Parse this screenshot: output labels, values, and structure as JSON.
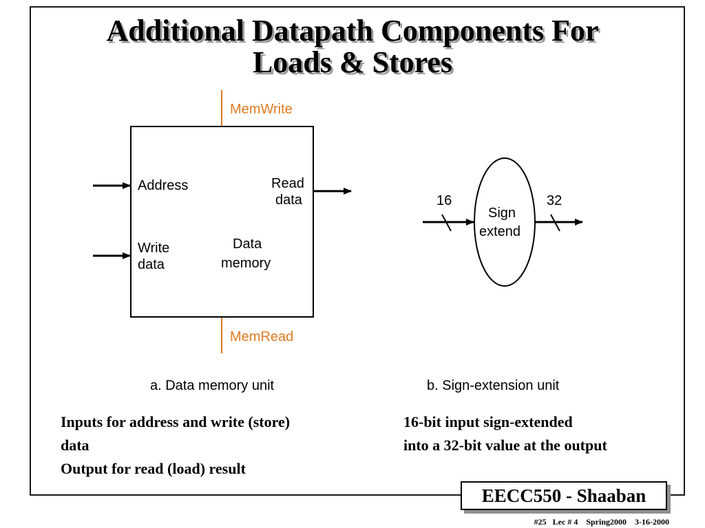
{
  "slide": {
    "title_line1": "Additional Datapath Components For",
    "title_line2": "Loads & Stores"
  },
  "data_memory": {
    "mem_write": "MemWrite",
    "mem_read": "MemRead",
    "address": "Address",
    "write_line1": "Write",
    "write_line2": "data",
    "read_line1": "Read",
    "read_line2": "data",
    "unit_line1": "Data",
    "unit_line2": "memory",
    "caption": "a. Data memory unit"
  },
  "sign_extend": {
    "in_width": "16",
    "out_width": "32",
    "label_line1": "Sign",
    "label_line2": "extend",
    "caption": "b. Sign-extension unit"
  },
  "notes": {
    "left_line1": "Inputs for address and write (store)",
    "left_line2": "data",
    "left_line3": "Output for read (load) result",
    "right_line1": "16-bit input sign-extended",
    "right_line2": "into a 32-bit value at the output"
  },
  "badge": "EECC550 - Shaaban",
  "footer": "#25   Lec # 4    Spring2000    3-16-2000",
  "colors": {
    "control_signal": "#e07b20",
    "title_shadow": "#9a9a9a"
  }
}
